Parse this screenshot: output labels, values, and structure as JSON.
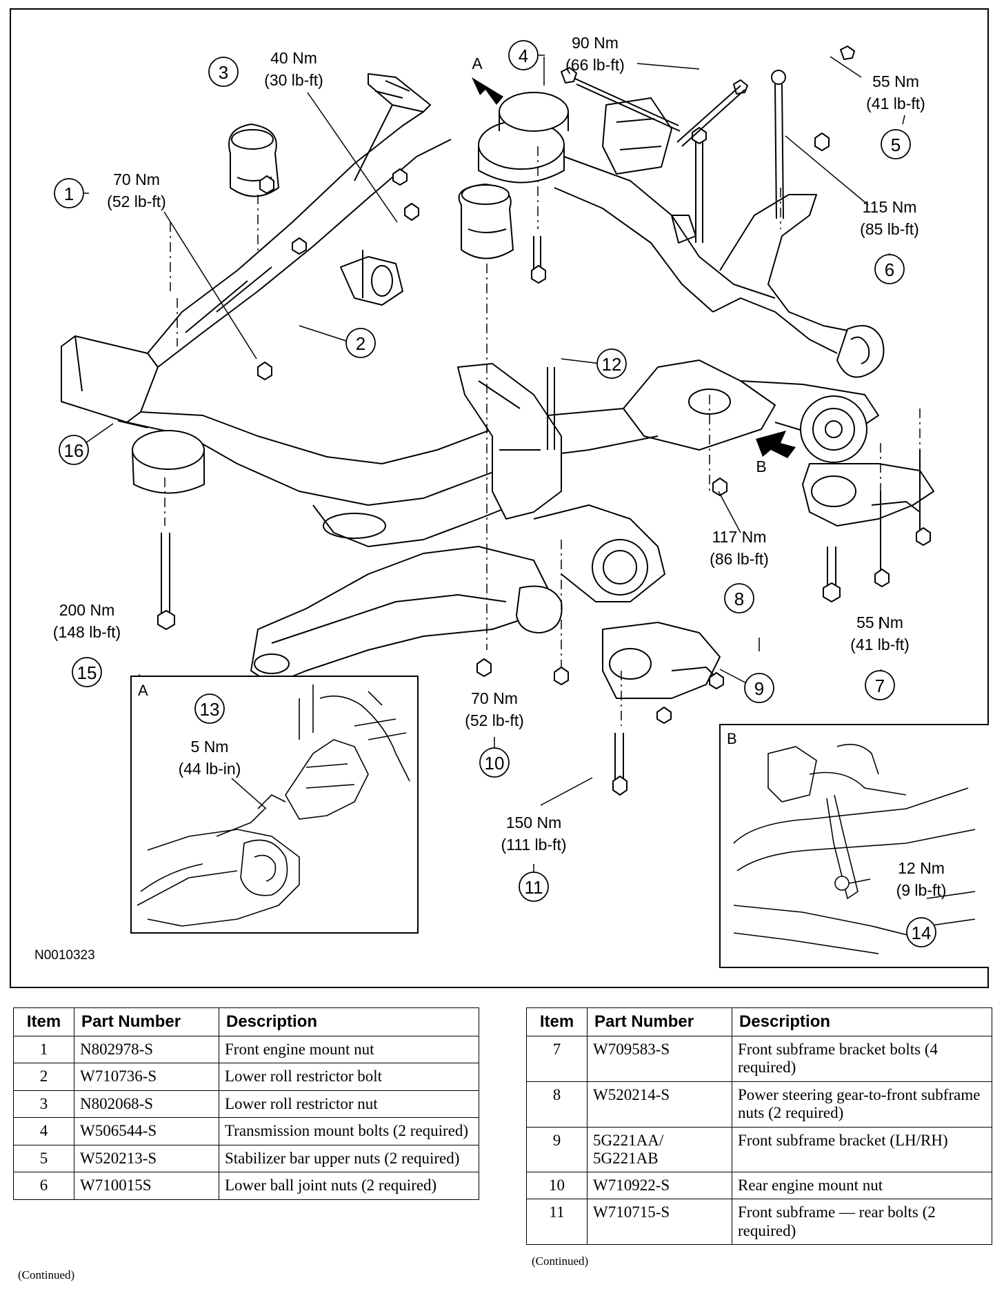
{
  "figure_code": "N0010323",
  "callouts": {
    "c1": {
      "num": "1",
      "torque_nm": "70 Nm",
      "torque_lbft": "(52 lb-ft)"
    },
    "c2": {
      "num": "2"
    },
    "c3": {
      "num": "3",
      "torque_nm": "40 Nm",
      "torque_lbft": "(30 lb-ft)"
    },
    "c4": {
      "num": "4",
      "torque_nm": "90 Nm",
      "torque_lbft": "(66 lb-ft)"
    },
    "c5": {
      "num": "5",
      "torque_nm": "55 Nm",
      "torque_lbft": "(41 lb-ft)"
    },
    "c6": {
      "num": "6",
      "torque_nm": "115 Nm",
      "torque_lbft": "(85 lb-ft)"
    },
    "c7": {
      "num": "7",
      "torque_nm": "55 Nm",
      "torque_lbft": "(41 lb-ft)"
    },
    "c8": {
      "num": "8",
      "torque_nm": "117 Nm",
      "torque_lbft": "(86 lb-ft)"
    },
    "c9": {
      "num": "9"
    },
    "c10": {
      "num": "10",
      "torque_nm": "70 Nm",
      "torque_lbft": "(52 lb-ft)"
    },
    "c11": {
      "num": "11",
      "torque_nm": "150 Nm",
      "torque_lbft": "(111 lb-ft)"
    },
    "c12": {
      "num": "12"
    },
    "c13": {
      "num": "13",
      "torque_nm": "5 Nm",
      "torque_lbft": "(44 lb-in)"
    },
    "c14": {
      "num": "14",
      "torque_nm": "12 Nm",
      "torque_lbft": "(9 lb-ft)"
    },
    "c15": {
      "num": "15",
      "torque_nm": "200 Nm",
      "torque_lbft": "(148 lb-ft)"
    },
    "c16": {
      "num": "16"
    }
  },
  "view_labels": {
    "a": "A",
    "b": "B"
  },
  "table_headers": {
    "item": "Item",
    "part_number": "Part Number",
    "description": "Description"
  },
  "table_left_rows": [
    {
      "item": "1",
      "part": "N802978-S",
      "desc": "Front engine mount nut"
    },
    {
      "item": "2",
      "part": "W710736-S",
      "desc": "Lower roll restrictor bolt"
    },
    {
      "item": "3",
      "part": "N802068-S",
      "desc": "Lower roll restrictor nut"
    },
    {
      "item": "4",
      "part": "W506544-S",
      "desc": "Transmission mount bolts (2 required)"
    },
    {
      "item": "5",
      "part": "W520213-S",
      "desc": "Stabilizer bar upper nuts (2 required)"
    },
    {
      "item": "6",
      "part": "W710015S",
      "desc": "Lower ball joint nuts (2 required)"
    }
  ],
  "table_right_rows": [
    {
      "item": "7",
      "part": "W709583-S",
      "desc": "Front subframe bracket bolts (4 required)"
    },
    {
      "item": "8",
      "part": "W520214-S",
      "desc": "Power steering gear-to-front subframe nuts (2 required)"
    },
    {
      "item": "9",
      "part": "5G221AA/ 5G221AB",
      "desc": "Front subframe bracket (LH/RH)"
    },
    {
      "item": "10",
      "part": "W710922-S",
      "desc": "Rear engine mount nut"
    },
    {
      "item": "11",
      "part": "W710715-S",
      "desc": "Front subframe — rear bolts (2 required)"
    }
  ],
  "continued_left": "(Continued)",
  "continued_right": "(Continued)"
}
